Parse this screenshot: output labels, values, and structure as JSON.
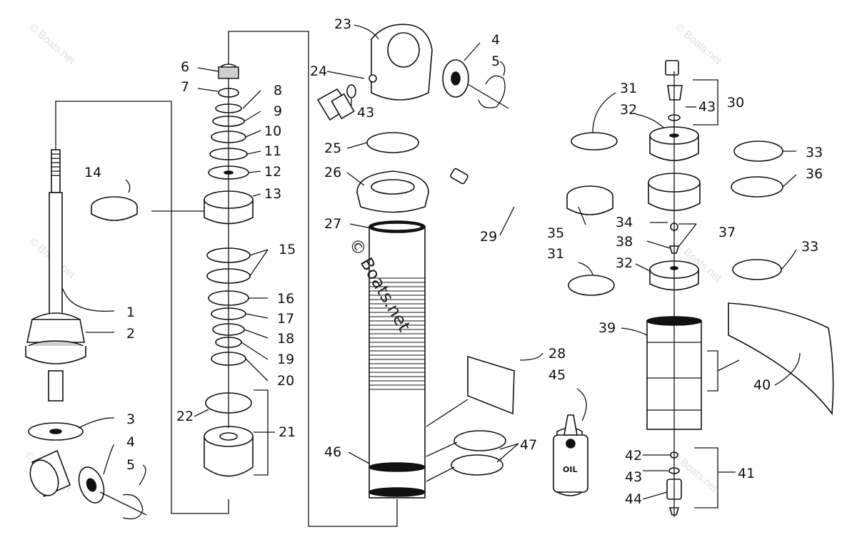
{
  "watermark": {
    "small": "© Boats.net",
    "center": "© Boats.net"
  },
  "oil_label": "OIL",
  "callouts": {
    "c1": "1",
    "c2": "2",
    "c3": "3",
    "c4a": "4",
    "c5a": "5",
    "c6": "6",
    "c7": "7",
    "c8": "8",
    "c9": "9",
    "c10": "10",
    "c11": "11",
    "c12": "12",
    "c13": "13",
    "c14": "14",
    "c15": "15",
    "c16": "16",
    "c17": "17",
    "c18": "18",
    "c19": "19",
    "c20": "20",
    "c21": "21",
    "c22": "22",
    "c23": "23",
    "c4b": "4",
    "c5b": "5",
    "c24": "24",
    "c43a": "43",
    "c25": "25",
    "c26": "26",
    "c27": "27",
    "c28": "28",
    "c45": "45",
    "c29": "29",
    "c46": "46",
    "c47": "47",
    "c31a": "31",
    "c32a": "32",
    "c43b": "43",
    "c30": "30",
    "c33a": "33",
    "c36": "36",
    "c35": "35",
    "c34": "34",
    "c38": "38",
    "c37": "37",
    "c31b": "31",
    "c32b": "32",
    "c33b": "33",
    "c39": "39",
    "c40": "40",
    "c42": "42",
    "c43c": "43",
    "c41": "41",
    "c44": "44"
  }
}
